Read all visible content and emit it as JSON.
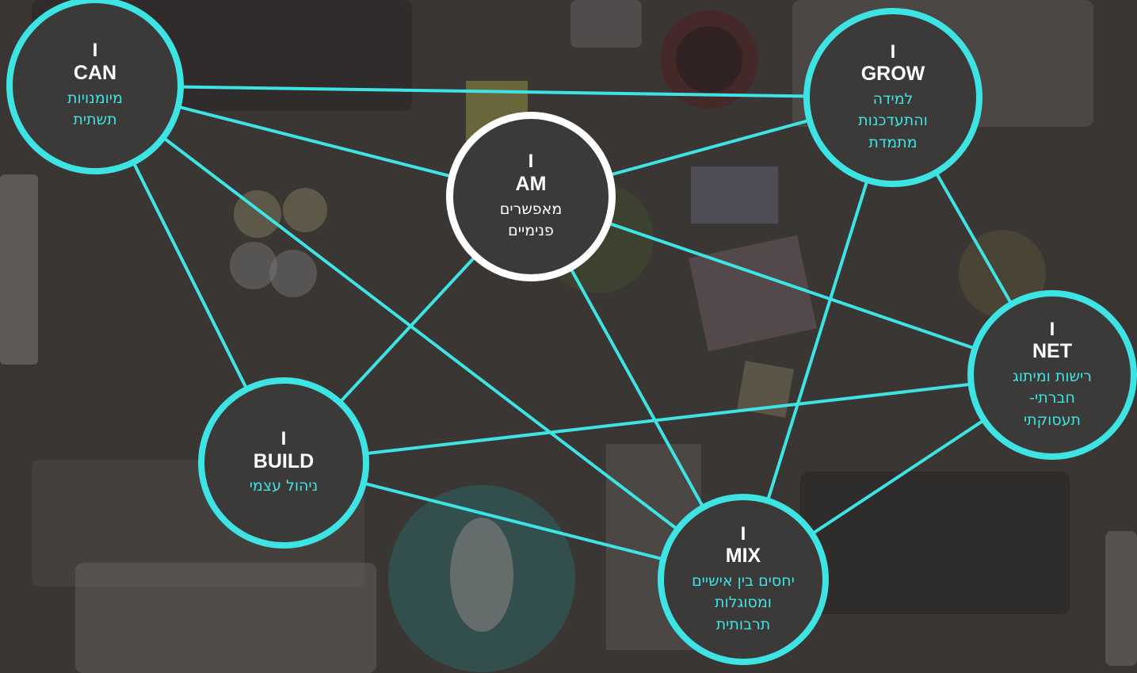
{
  "colors": {
    "accent": "#3ee3e3",
    "center": "#ffffff",
    "node_fill": "#3b3a39"
  },
  "nodes": {
    "can": {
      "pre": "I",
      "word": "CAN",
      "desc": "מיומנויות\nתשתית"
    },
    "grow": {
      "pre": "I",
      "word": "GROW",
      "desc": "למידה\nוהתעדכנות\nמתמדת"
    },
    "am": {
      "pre": "I",
      "word": "AM",
      "desc": "מאפשרים\nפנימיים"
    },
    "net": {
      "pre": "I",
      "word": "NET",
      "desc": "רישות ומיתוג\nחברתי-\nתעסוקתי"
    },
    "build": {
      "pre": "I",
      "word": "BUILD",
      "desc": "ניהול עצמי"
    },
    "mix": {
      "pre": "I",
      "word": "MIX",
      "desc": "יחסים בין אישיים\nומסוגלות\nתרבותית"
    }
  },
  "connections": [
    [
      "can",
      "grow"
    ],
    [
      "can",
      "am"
    ],
    [
      "can",
      "mix"
    ],
    [
      "can",
      "build"
    ],
    [
      "grow",
      "am"
    ],
    [
      "grow",
      "net"
    ],
    [
      "grow",
      "mix"
    ],
    [
      "am",
      "net"
    ],
    [
      "am",
      "build"
    ],
    [
      "am",
      "mix"
    ],
    [
      "net",
      "build"
    ],
    [
      "net",
      "mix"
    ],
    [
      "build",
      "mix"
    ]
  ]
}
